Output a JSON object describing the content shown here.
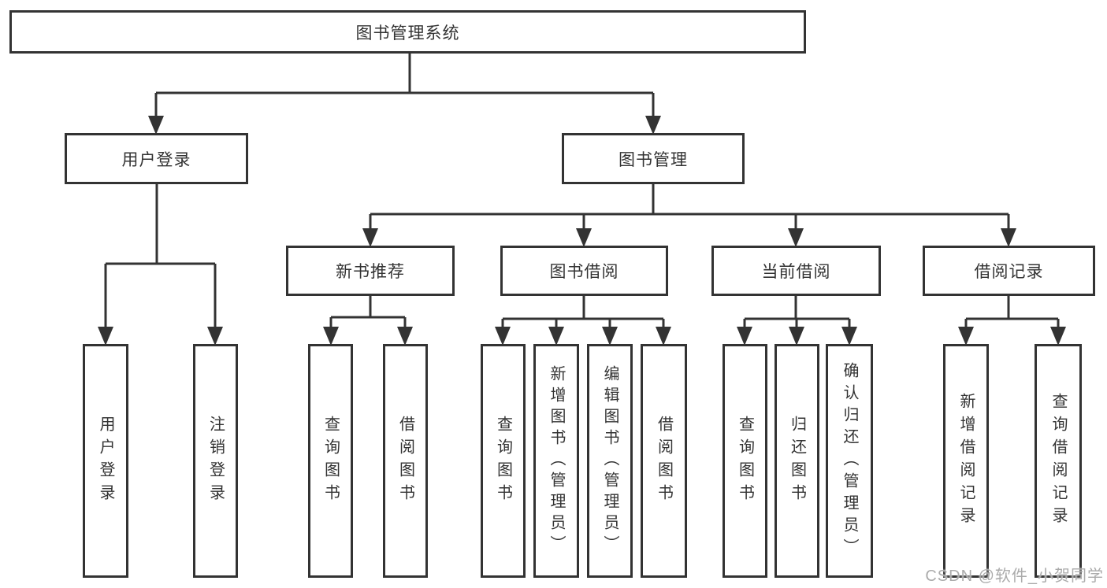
{
  "labels": {
    "root": "图书管理系统",
    "userLogin": "用户登录",
    "bookManagement": "图书管理",
    "newBookRecommend": "新书推荐",
    "bookBorrow": "图书借阅",
    "currentBorrow": "当前借阅",
    "borrowRecords": "借阅记录",
    "leafUserLogin": "用户登录",
    "leafLogout": "注销登录",
    "leafQueryBooks1": "查询图书",
    "leafBorrowBooks1": "借阅图书",
    "leafQueryBooks2": "查询图书",
    "leafAddBooks": "新增图书（管理员）",
    "leafEditBooks": "编辑图书（管理员）",
    "leafBorrowBooks2": "借阅图书",
    "leafQueryBooks3": "查询图书",
    "leafReturnBooks": "归还图书",
    "leafConfirmReturn": "确认归还（管理员）",
    "leafAddBorrowRecord": "新增借阅记录",
    "leafQueryBorrowRecord": "查询借阅记录"
  },
  "hierarchy": {
    "root": "图书管理系统",
    "children": [
      {
        "label": "用户登录",
        "children": [
          {
            "label": "用户登录"
          },
          {
            "label": "注销登录"
          }
        ]
      },
      {
        "label": "图书管理",
        "children": [
          {
            "label": "新书推荐",
            "children": [
              {
                "label": "查询图书"
              },
              {
                "label": "借阅图书"
              }
            ]
          },
          {
            "label": "图书借阅",
            "children": [
              {
                "label": "查询图书"
              },
              {
                "label": "新增图书（管理员）"
              },
              {
                "label": "编辑图书（管理员）"
              },
              {
                "label": "借阅图书"
              }
            ]
          },
          {
            "label": "当前借阅",
            "children": [
              {
                "label": "查询图书"
              },
              {
                "label": "归还图书"
              },
              {
                "label": "确认归还（管理员）"
              }
            ]
          },
          {
            "label": "借阅记录",
            "children": [
              {
                "label": "新增借阅记录"
              },
              {
                "label": "查询借阅记录"
              }
            ]
          }
        ]
      }
    ]
  },
  "watermark": "CSDN @软件_小贺同学",
  "colors": {
    "line": "#333333",
    "node_border": "#333333",
    "node_fill": "#ffffff",
    "text": "#333333",
    "watermark": "#ababab",
    "background": "#ffffff"
  }
}
